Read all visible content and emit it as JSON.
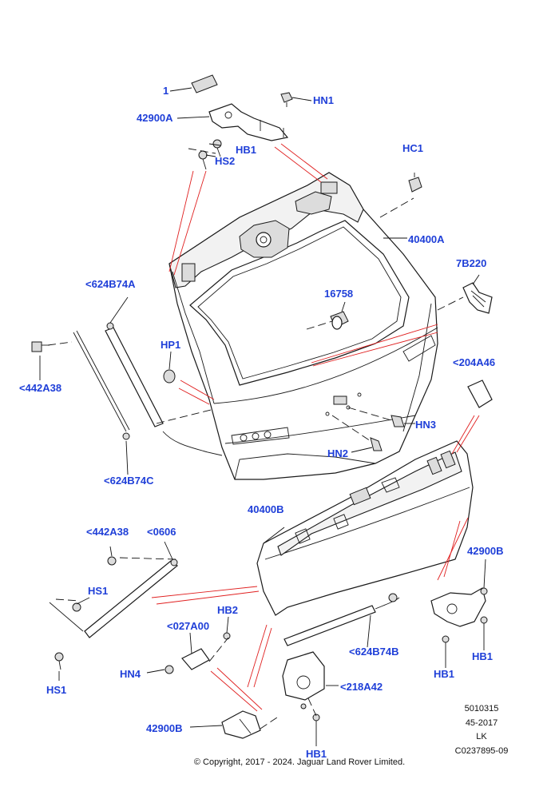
{
  "callouts": {
    "c1": "1",
    "c42900A": "42900A",
    "cHN1": "HN1",
    "cHB1_top": "HB1",
    "cHS2": "HS2",
    "cHC1": "HC1",
    "c40400A": "40400A",
    "c7B220": "7B220",
    "c624B74A": "<624B74A",
    "c16758": "16758",
    "cHP1": "HP1",
    "c442A38_left": "<442A38",
    "c204A46": "<204A46",
    "cHN3": "HN3",
    "cHN2": "HN2",
    "c624B74C": "<624B74C",
    "c40400B": "40400B",
    "c442A38_mid": "<442A38",
    "c0606": "<0606",
    "c42900B_right": "42900B",
    "cHS1_top": "HS1",
    "cHB2": "HB2",
    "c027A00": "<027A00",
    "c624B74B": "<624B74B",
    "cHB1_right_a": "HB1",
    "cHB1_right_b": "HB1",
    "cHN4": "HN4",
    "c218A42": "<218A42",
    "cHS1_bottom": "HS1",
    "c42900B_bottom": "42900B",
    "cHB1_bottom": "HB1"
  },
  "meta": {
    "code1": "5010315",
    "code2": "45-2017",
    "code3": "LK",
    "code4": "C0237895-09"
  },
  "copyright": "© Copyright, 2017 - 2024. Jaguar Land Rover Limited.",
  "colors": {
    "callout": "#1f3fd8",
    "leader_red": "#e02020",
    "line": "#1a1a1a"
  }
}
